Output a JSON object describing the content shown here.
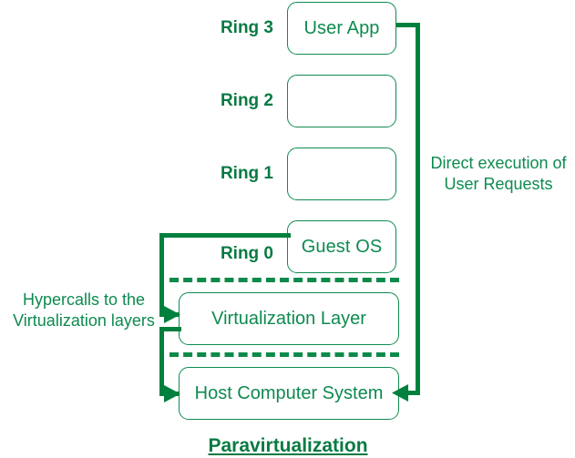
{
  "diagram": {
    "title": "Paravirtualization",
    "accent_color": "#0e8a4f",
    "line_color": "#00803e",
    "label_color": "#097a43",
    "background_color": "#ffffff",
    "rings": [
      {
        "ring_label": "Ring 3",
        "box_label": "User App"
      },
      {
        "ring_label": "Ring 2",
        "box_label": ""
      },
      {
        "ring_label": "Ring 1",
        "box_label": ""
      },
      {
        "ring_label": "Ring 0",
        "box_label": "Guest OS"
      }
    ],
    "layers": [
      {
        "label": "Virtualization Layer"
      },
      {
        "label": "Host Computer System"
      }
    ],
    "annotations": {
      "right": "Direct execution of\nUser Requests",
      "left": "Hypercalls to the\nVirtualization layers"
    }
  }
}
